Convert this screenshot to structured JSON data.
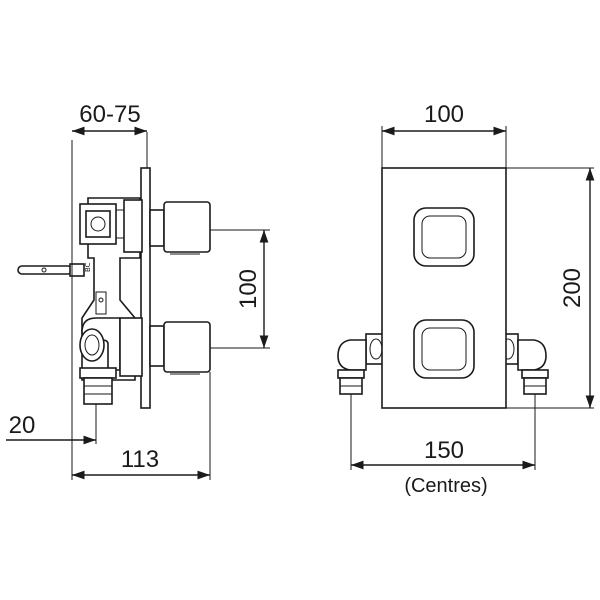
{
  "dimensions": {
    "side_depth": "60-75",
    "side_spacing": "100",
    "side_offset": "20",
    "side_total": "113",
    "front_width": "100",
    "front_height": "200",
    "front_centres": "150",
    "front_centres_note": "(Centres)"
  },
  "markings": {
    "bracket_label": "BC"
  },
  "colors": {
    "line": "#1a1a1a",
    "background": "#ffffff"
  }
}
